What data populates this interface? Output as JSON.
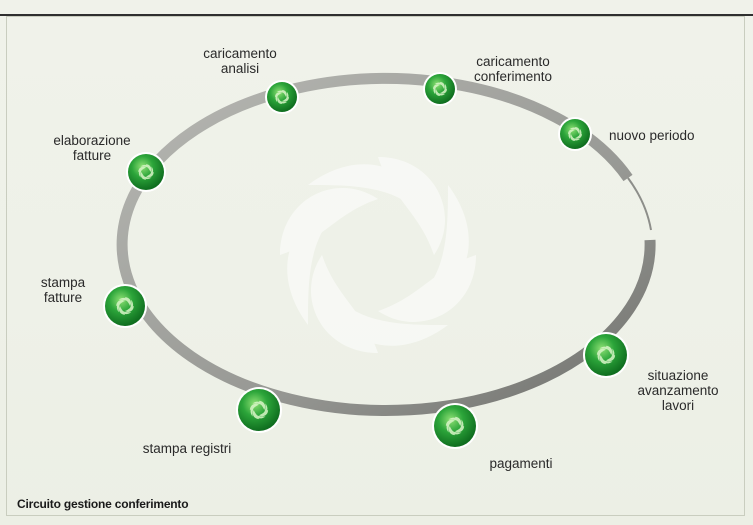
{
  "diagram": {
    "caption": "Circuito gestione conferimento",
    "nodes": [
      {
        "id": "caricamento-analisi",
        "label": "caricamento\nanalisi"
      },
      {
        "id": "caricamento-conferimento",
        "label": "caricamento\nconferimento"
      },
      {
        "id": "nuovo-periodo",
        "label": "nuovo periodo"
      },
      {
        "id": "situazione-avanzamento-lavori",
        "label": "situazione\navanzamento\nlavori"
      },
      {
        "id": "pagamenti",
        "label": "pagamenti"
      },
      {
        "id": "stampa-registri",
        "label": "stampa registri"
      },
      {
        "id": "stampa-fatture",
        "label": "stampa\nfatture"
      },
      {
        "id": "elaborazione-fatture",
        "label": "elaborazione\nfatture"
      }
    ],
    "colors": {
      "ring": "#9a9b97",
      "ring_dark": "#6b6c68",
      "node_fill": "#2ca53a",
      "node_dark": "#147a24",
      "node_light": "#7fd46a",
      "watermark": "#ffffff"
    },
    "icons": {
      "node_icon": "swirl-icon",
      "background": "swirl-watermark"
    }
  }
}
